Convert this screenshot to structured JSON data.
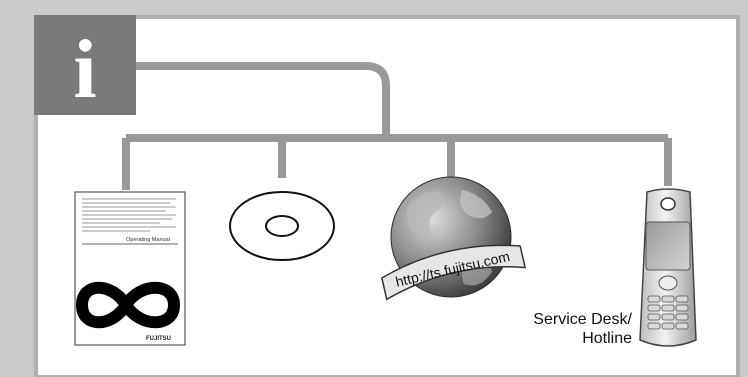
{
  "info_badge": {
    "glyph": "i"
  },
  "manual": {
    "title": "Operating Manual",
    "brand": "FUJITSU"
  },
  "web": {
    "url": "http://ts.fujitsu.com"
  },
  "phone": {
    "label_line1": "Service Desk/",
    "label_line2": "Hotline"
  },
  "colors": {
    "background": "#c9c9c9",
    "panel": "#ffffff",
    "connector": "#999999",
    "badge": "#7a7a7a"
  }
}
